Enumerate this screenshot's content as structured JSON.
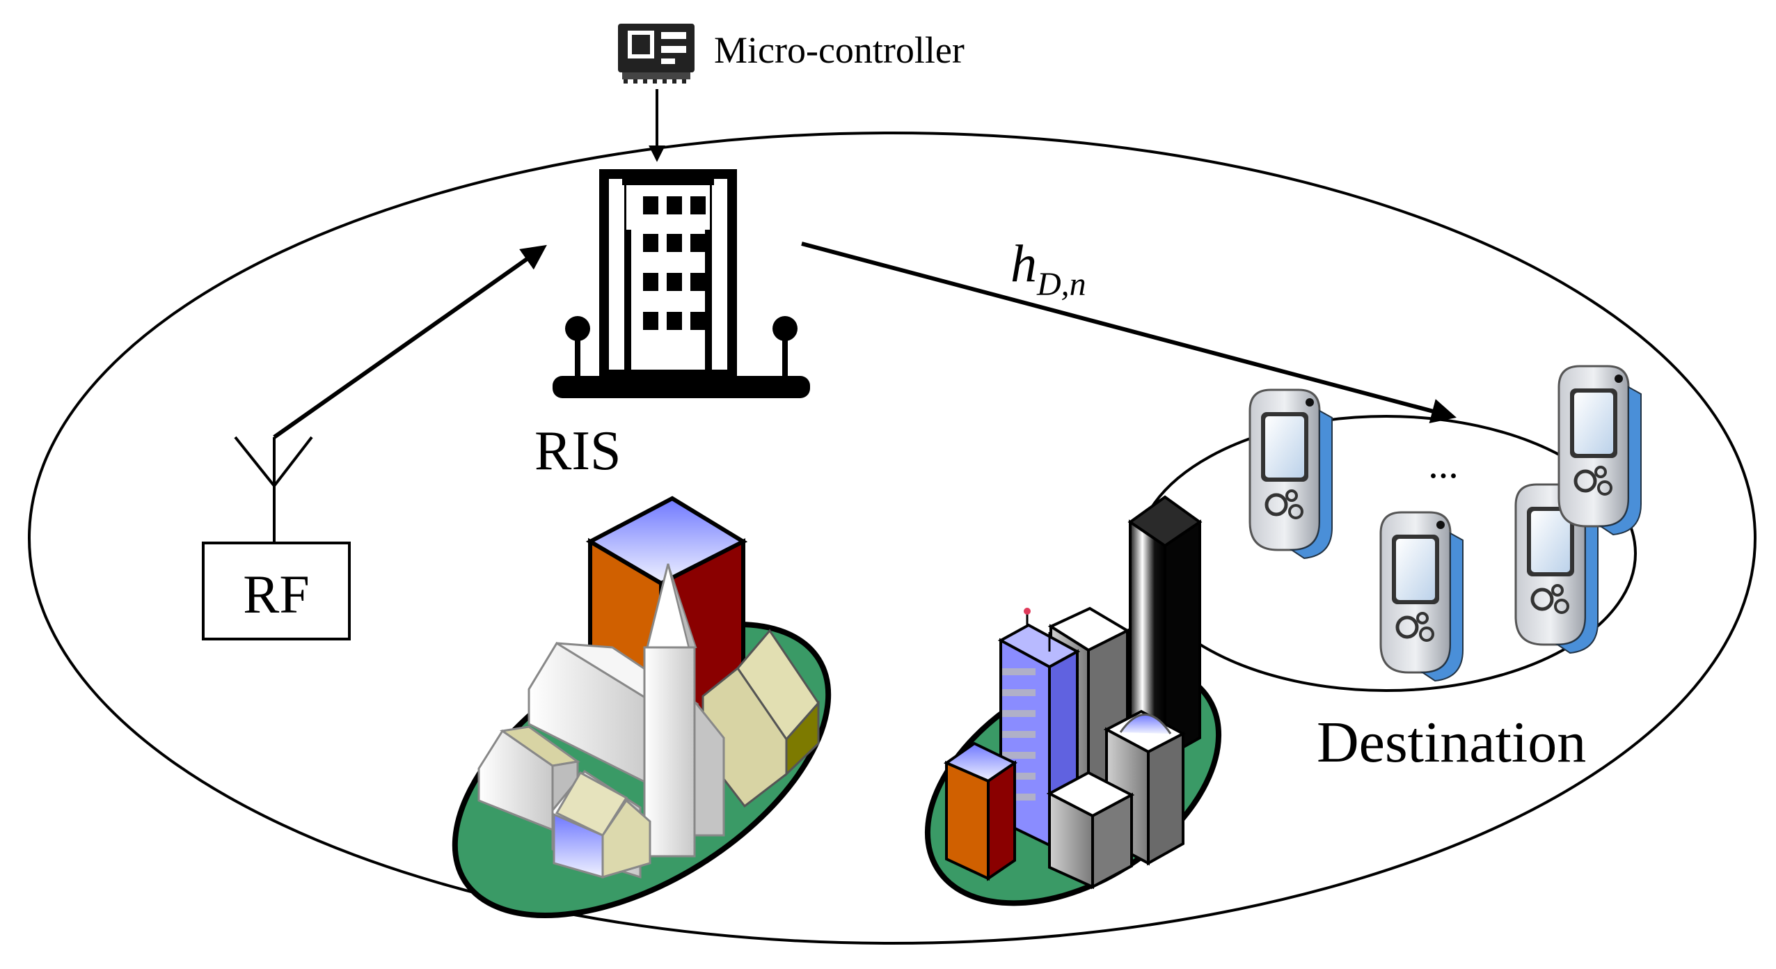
{
  "labels": {
    "controller": "Micro-controller",
    "ris": "RIS",
    "rf": "RF",
    "channel_main": "h",
    "channel_sub": "D,n",
    "ellipsis": "...",
    "destination": "Destination"
  },
  "icons": {
    "controller": "microcontroller-chip-icon",
    "ris": "building-icon",
    "antenna": "antenna-icon",
    "device": "pda-handheld-icon",
    "city": "isometric-city-cluster"
  },
  "colors": {
    "stroke": "#000000",
    "ground": "#3a9a66",
    "orange": "#d06000",
    "maroon": "#8a0000",
    "lavender": "#8a8cff",
    "cream": "#d8d4a4",
    "device_blue": "#4a8fd8"
  }
}
